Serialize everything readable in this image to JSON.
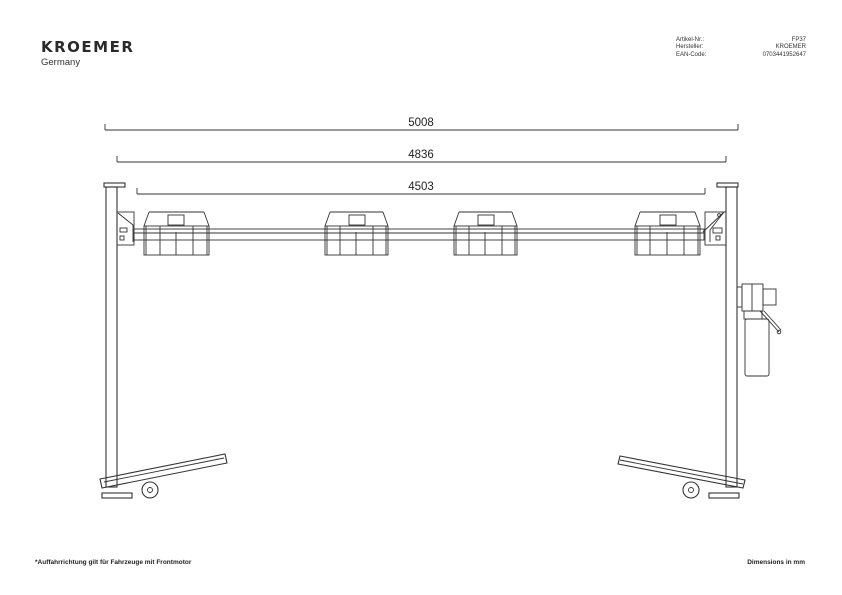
{
  "brand": {
    "name": "KROEMER",
    "tagline": "Germany"
  },
  "article_info": [
    {
      "label": "Artikel-Nr.:",
      "value": "FP37"
    },
    {
      "label": "Hersteller:",
      "value": "KROEMER"
    },
    {
      "label": "EAN-Code:",
      "value": "0703441952647"
    }
  ],
  "dimensions": {
    "overall": "5008",
    "middle": "4836",
    "inner": "4503"
  },
  "footnote": "*Auffahrrichtung gilt für Fahrzeuge mit Frontmotor",
  "units_note": "Dimensions in mm"
}
